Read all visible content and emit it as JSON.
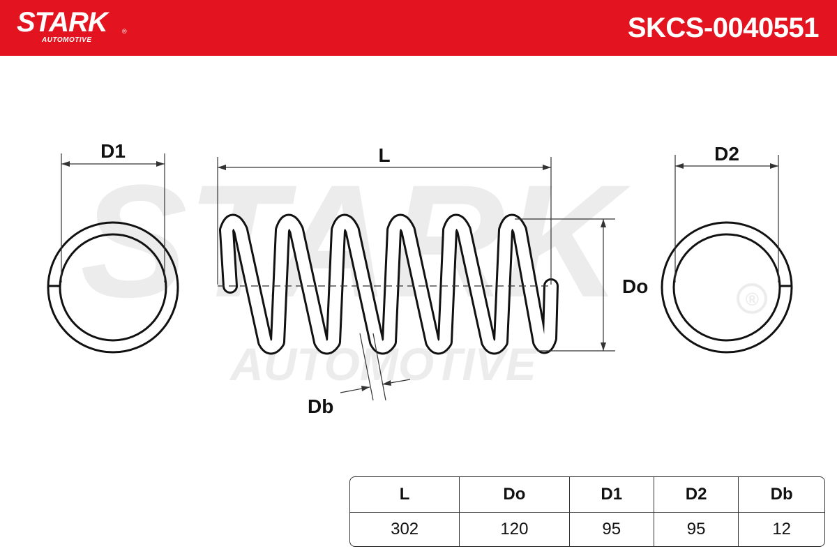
{
  "header": {
    "brand": "STARK",
    "brand_sub": "AUTOMOTIVE",
    "registered_mark": "®",
    "part_code": "SKCS-0040551",
    "bg_color": "#e3141f"
  },
  "watermark": {
    "text_main": "STARK",
    "text_sub": "AUTOMOTIVE",
    "registered_mark": "®"
  },
  "diagram": {
    "labels": {
      "d1": "D1",
      "l": "L",
      "d2": "D2",
      "do": "Do",
      "db": "Db"
    }
  },
  "specs": {
    "headers": [
      "L",
      "Do",
      "D1",
      "D2",
      "Db"
    ],
    "values": [
      "302",
      "120",
      "95",
      "95",
      "12"
    ]
  }
}
